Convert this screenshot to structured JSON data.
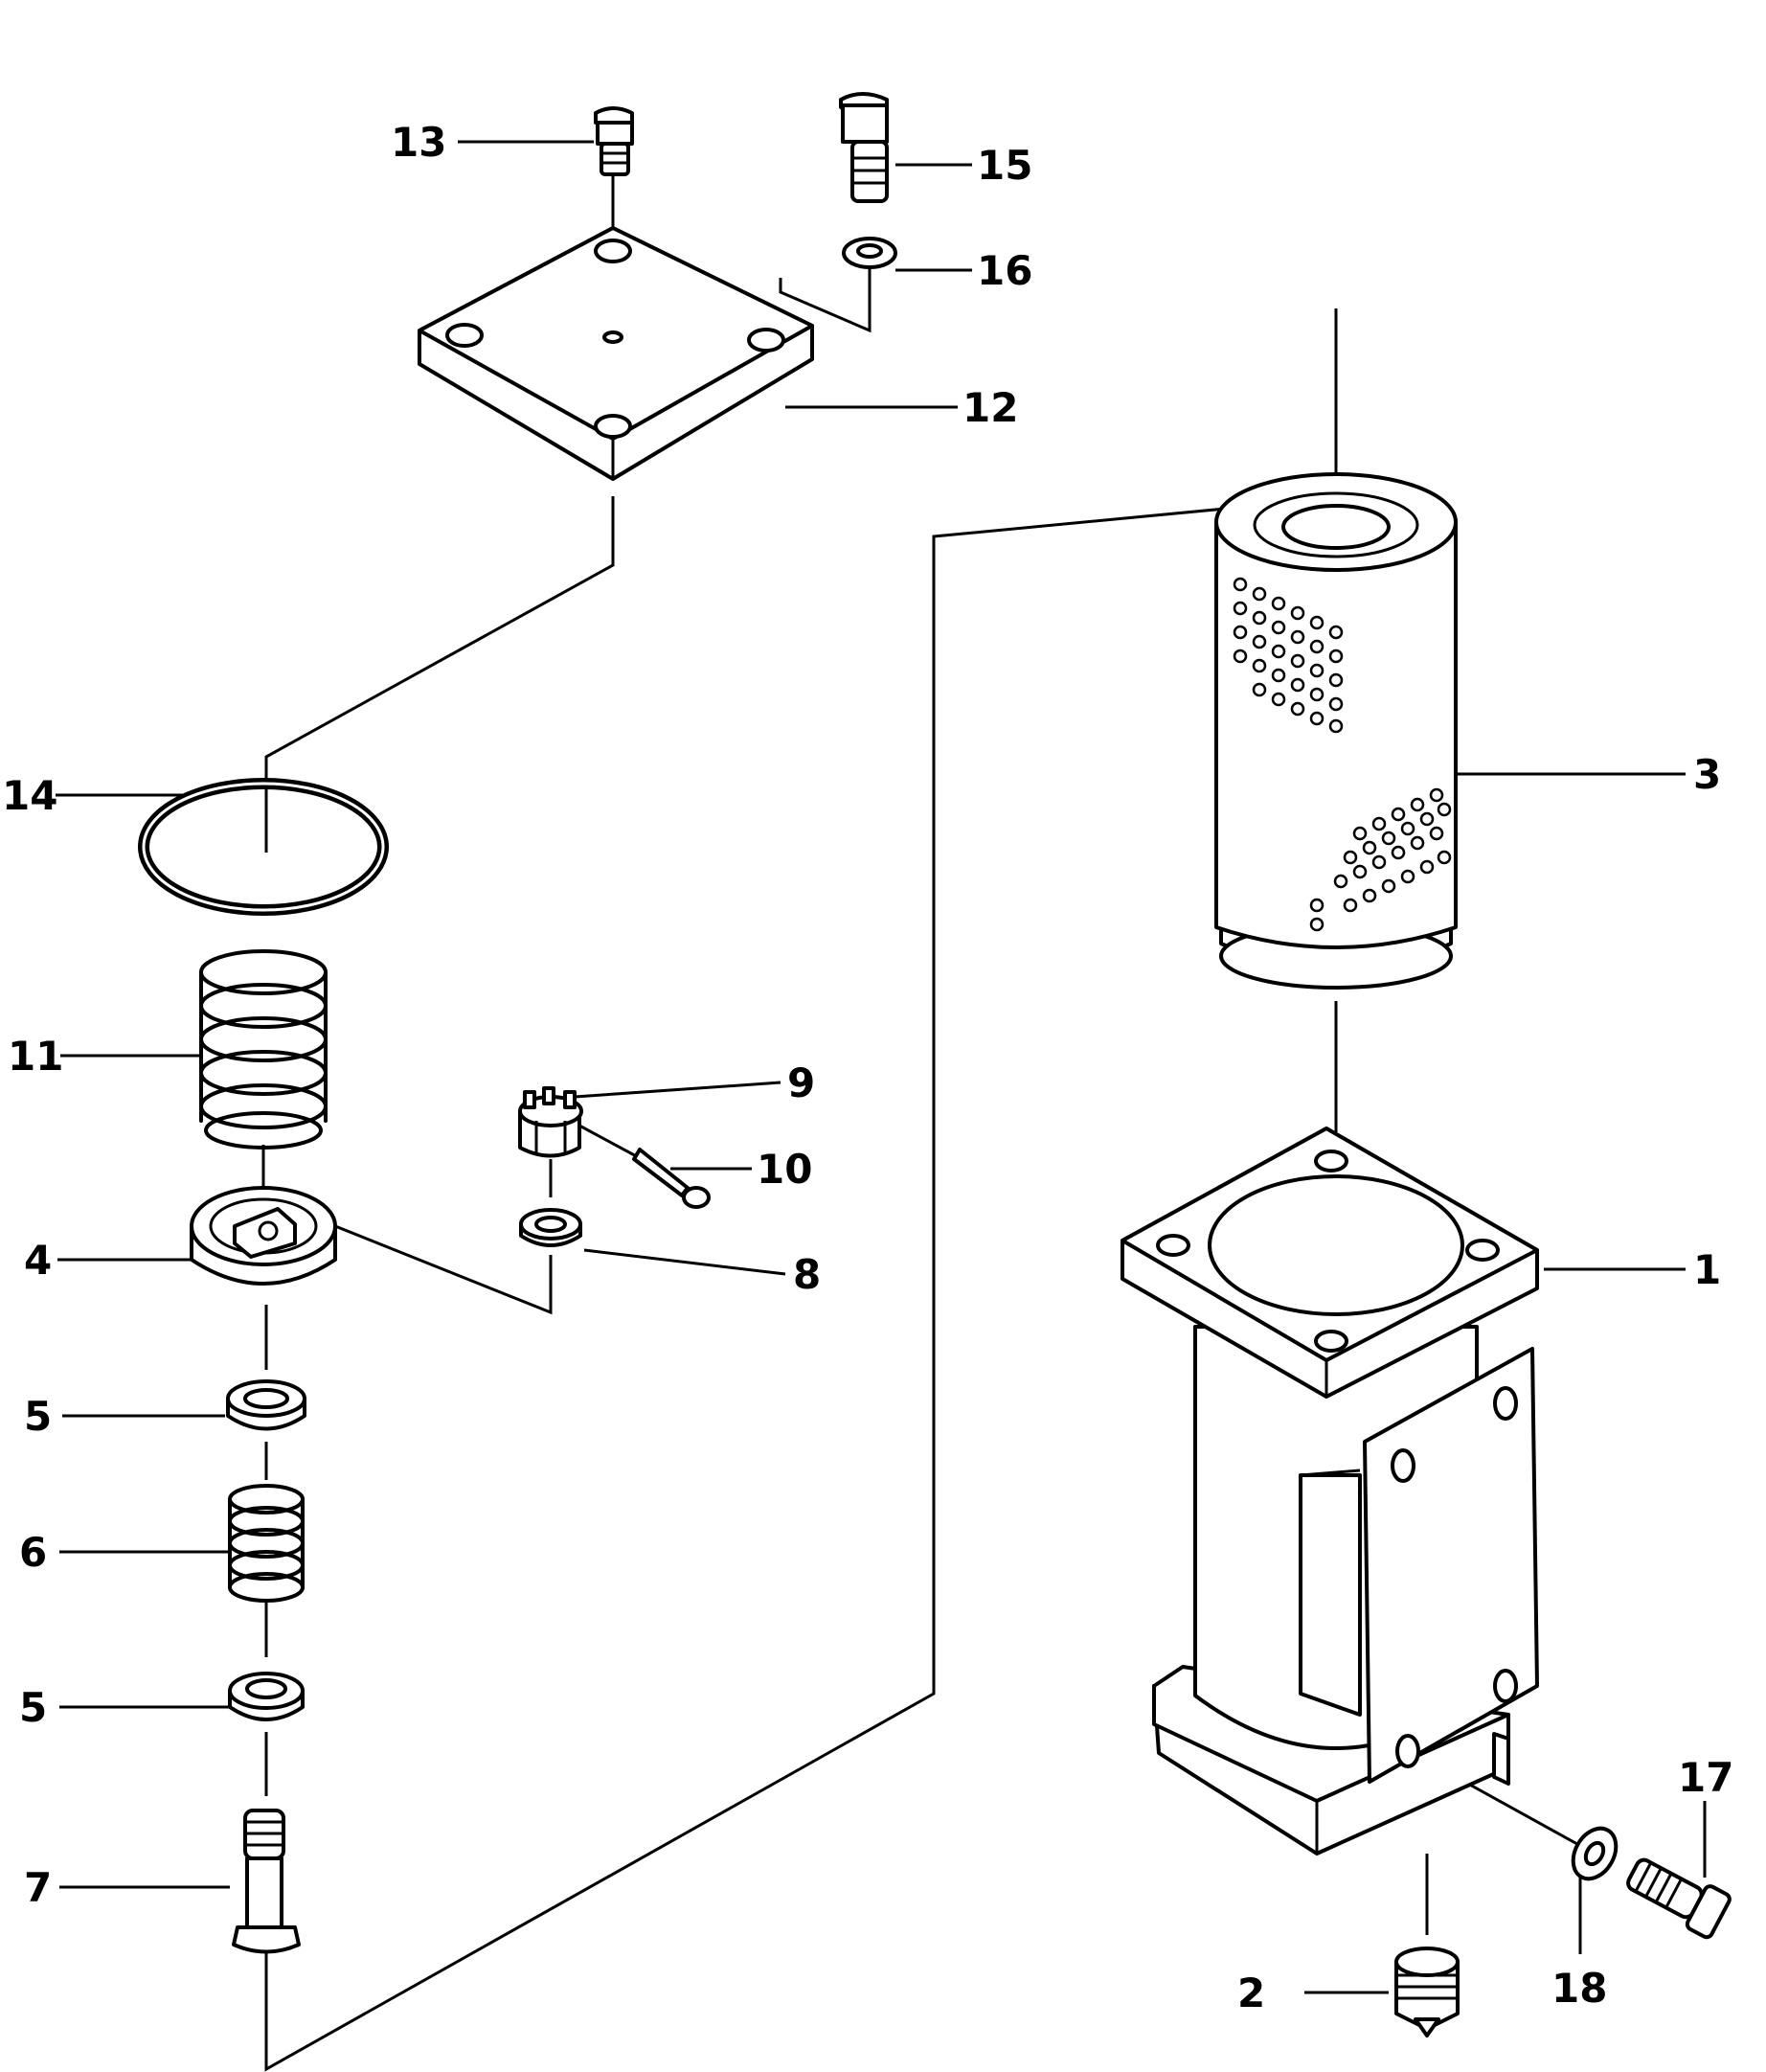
{
  "callouts": [
    {
      "number": "13"
    },
    {
      "number": "15"
    },
    {
      "number": "16"
    },
    {
      "number": "12"
    },
    {
      "number": "14"
    },
    {
      "number": "11"
    },
    {
      "number": "9"
    },
    {
      "number": "10"
    },
    {
      "number": "8"
    },
    {
      "number": "4"
    },
    {
      "number": "5"
    },
    {
      "number": "6"
    },
    {
      "number": "5"
    },
    {
      "number": "7"
    },
    {
      "number": "3"
    },
    {
      "number": "1"
    },
    {
      "number": "17"
    },
    {
      "number": "18"
    },
    {
      "number": "2"
    }
  ]
}
